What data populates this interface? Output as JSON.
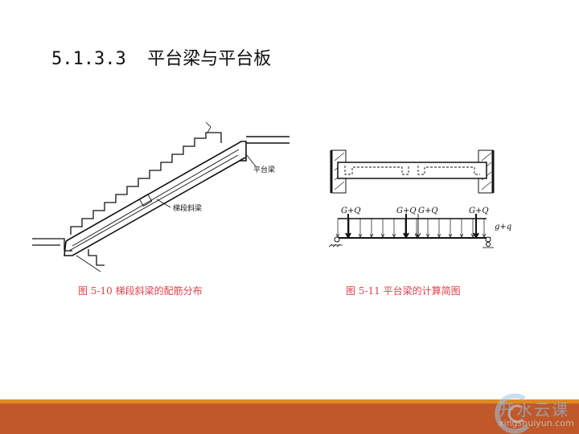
{
  "title": "5.1.3.3  平台梁与平台板",
  "figure_left": {
    "caption": "图 5-10 梯段斜梁的配筋分布",
    "label_platform_beam": "平台梁",
    "label_inclined_beam": "梯段斜梁"
  },
  "figure_right": {
    "caption": "图 5-11 平台梁的计算简图",
    "point_loads": [
      "G+Q",
      "G+Q",
      "G+Q",
      "G+Q"
    ],
    "distributed_load": "g+q"
  },
  "footer": {
    "watermark_cn": "开水云课",
    "watermark_en": "xingshuiyun.com"
  }
}
